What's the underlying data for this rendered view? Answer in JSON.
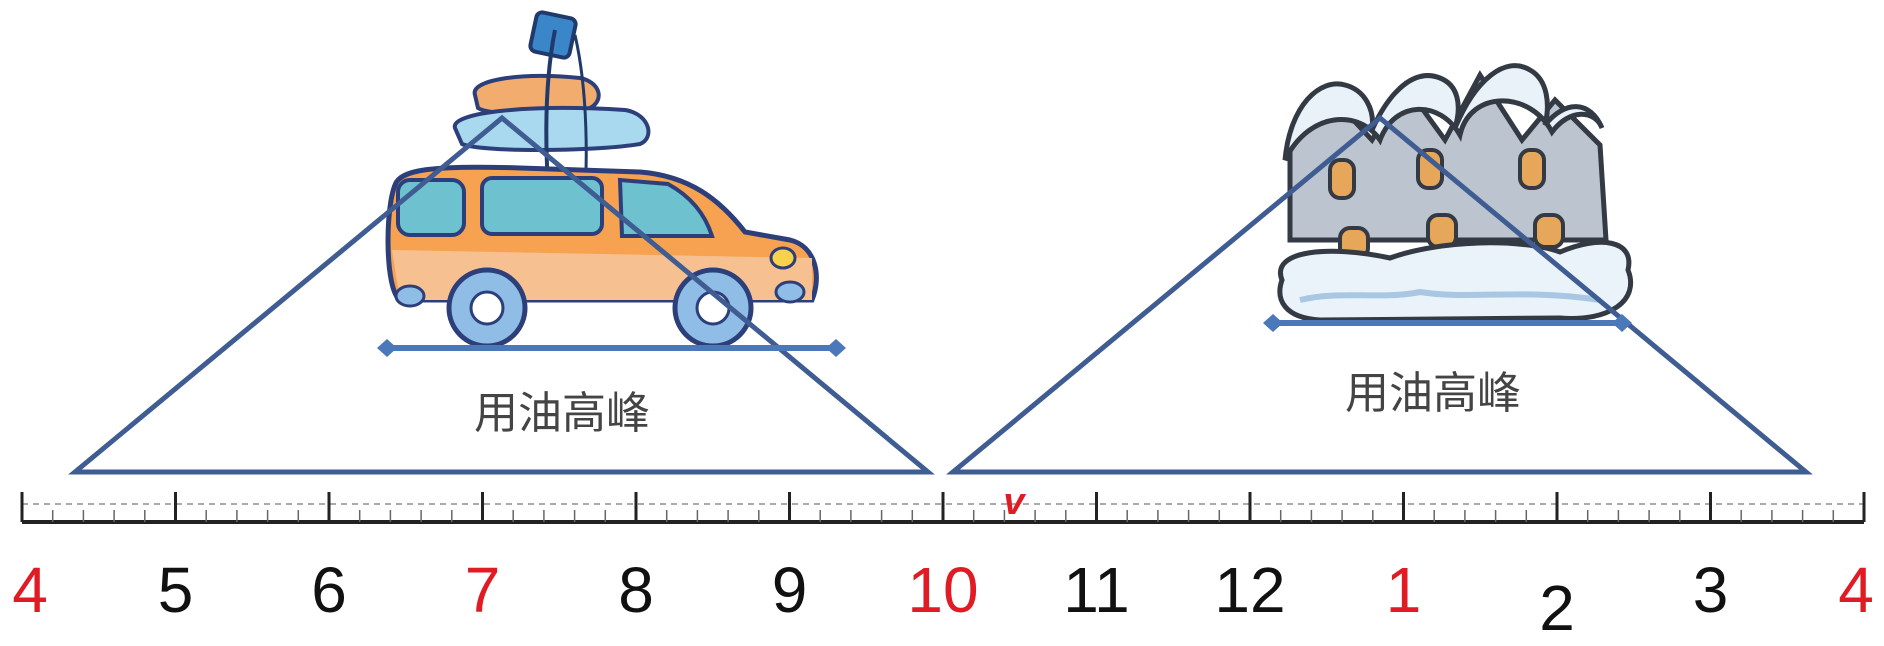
{
  "colors": {
    "triangle_stroke": "#3f5d92",
    "bar_stroke": "#4a78b8",
    "ruler": "#222222",
    "ruler_dashes": "#aaaaaa",
    "hour_default": "#111111",
    "hour_highlight": "#e01b24",
    "marker": "#e01b24"
  },
  "timeline": {
    "hours": [
      {
        "label": "4",
        "highlight": true
      },
      {
        "label": "5",
        "highlight": false
      },
      {
        "label": "6",
        "highlight": false
      },
      {
        "label": "7",
        "highlight": true
      },
      {
        "label": "8",
        "highlight": false
      },
      {
        "label": "9",
        "highlight": false
      },
      {
        "label": "10",
        "highlight": true
      },
      {
        "label": "11",
        "highlight": false
      },
      {
        "label": "12",
        "highlight": false
      },
      {
        "label": "1",
        "highlight": true
      },
      {
        "label": "2",
        "highlight": false
      },
      {
        "label": "3",
        "highlight": false
      },
      {
        "label": "4",
        "highlight": true
      }
    ],
    "marker_text": "v"
  },
  "peaks": [
    {
      "label": "用油高峰",
      "icon": "car-loaded-with-luggage-icon"
    },
    {
      "label": "用油高峰",
      "icon": "snowy-houses-icon"
    }
  ]
}
